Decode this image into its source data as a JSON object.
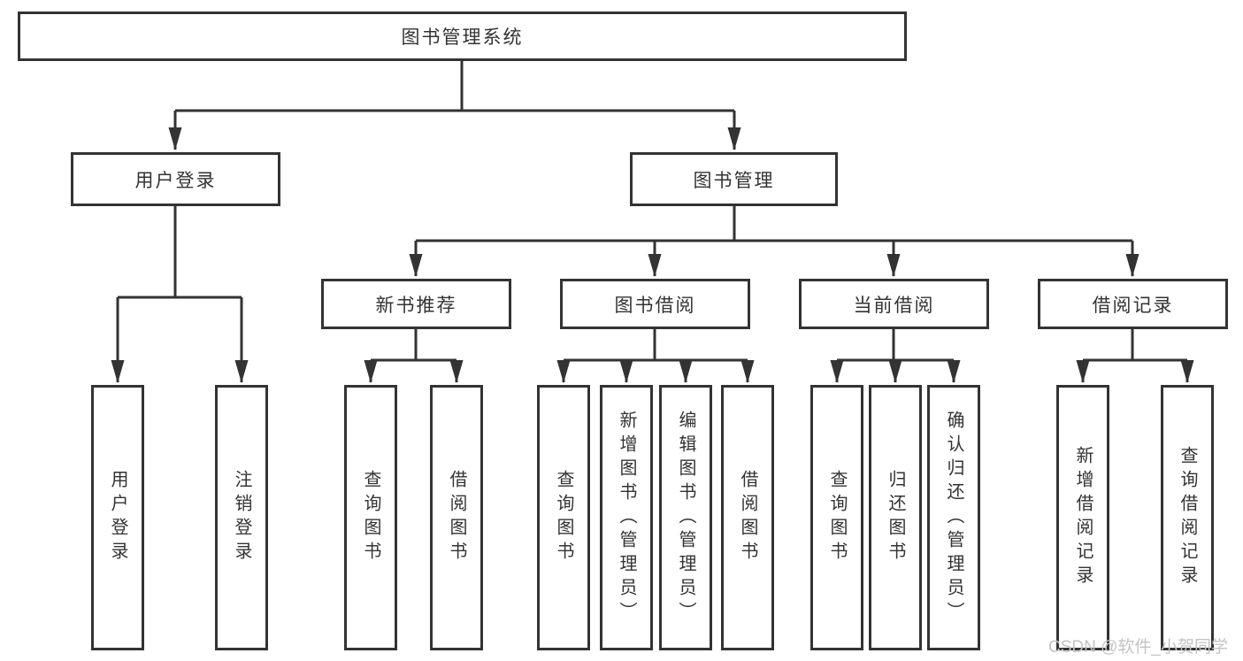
{
  "diagram_title": "图书管理系统",
  "tree": {
    "root": "图书管理系统",
    "user_branch": {
      "label": "用户登录",
      "children": [
        "用户登录",
        "注销登录"
      ]
    },
    "book_branch": {
      "label": "图书管理",
      "sections": [
        {
          "label": "新书推荐",
          "children": [
            "查询图书",
            "借阅图书"
          ]
        },
        {
          "label": "图书借阅",
          "children": [
            "查询图书",
            "新增图书（管理员）",
            "编辑图书（管理员）",
            "借阅图书"
          ]
        },
        {
          "label": "当前借阅",
          "children": [
            "查询图书",
            "归还图书",
            "确认归还（管理员）"
          ]
        },
        {
          "label": "借阅记录",
          "children": [
            "新增借阅记录",
            "查询借阅记录"
          ]
        }
      ]
    }
  },
  "watermark": "CSDN @软件_小贺同学",
  "colors": {
    "line": "#333333",
    "box_background": "#ffffff",
    "text": "#333333",
    "watermark": "#c3c3c3"
  }
}
